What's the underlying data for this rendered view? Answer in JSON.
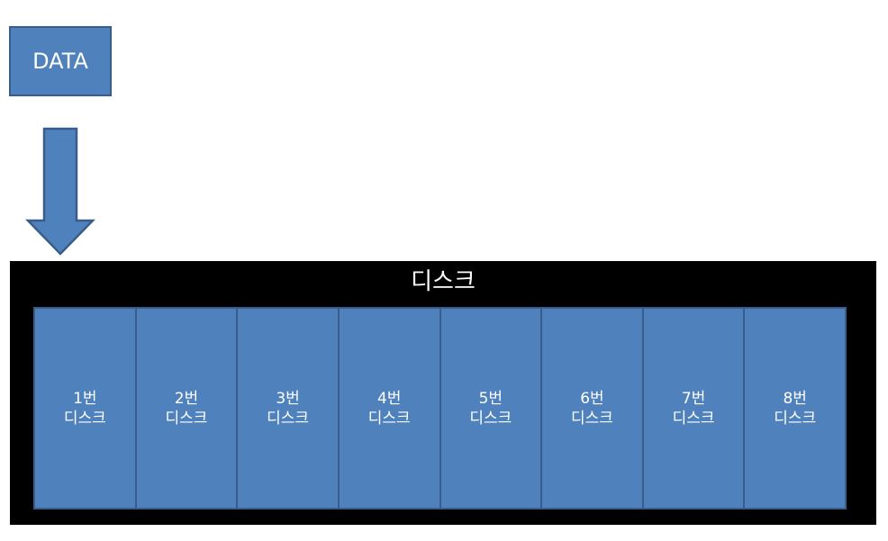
{
  "data_box": {
    "label": "DATA"
  },
  "container": {
    "title": "디스크"
  },
  "disks": [
    {
      "number": "1번",
      "label": "디스크"
    },
    {
      "number": "2번",
      "label": "디스크"
    },
    {
      "number": "3번",
      "label": "디스크"
    },
    {
      "number": "4번",
      "label": "디스크"
    },
    {
      "number": "5번",
      "label": "디스크"
    },
    {
      "number": "6번",
      "label": "디스크"
    },
    {
      "number": "7번",
      "label": "디스크"
    },
    {
      "number": "8번",
      "label": "디스크"
    }
  ],
  "colors": {
    "box_fill": "#4f81bd",
    "box_border": "#385d8a",
    "container_fill": "#000000",
    "text": "#ffffff"
  }
}
